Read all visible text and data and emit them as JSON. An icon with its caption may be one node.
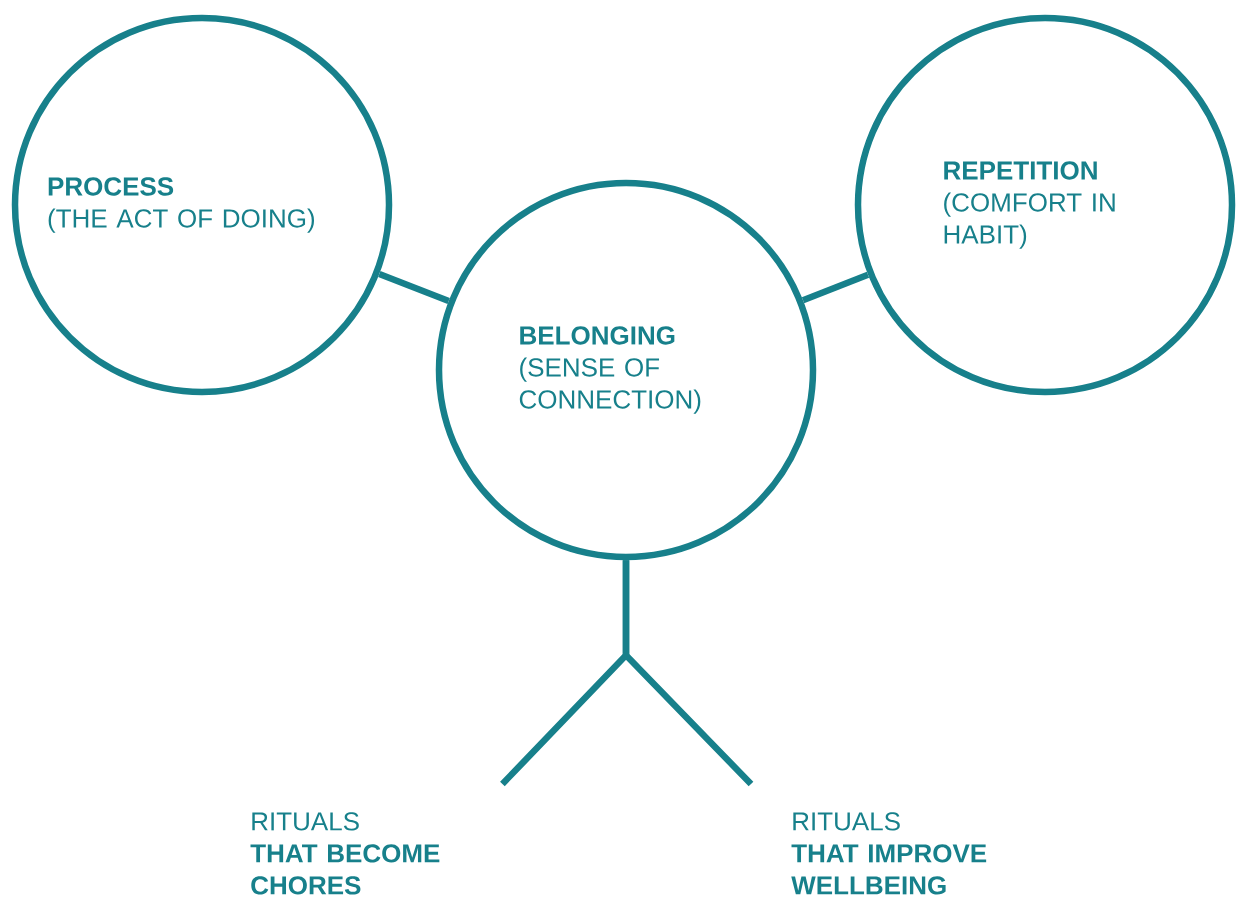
{
  "diagram": {
    "nodes": [
      {
        "text": [
          "PROCESS",
          "(THE ACT OF DOING)"
        ]
      },
      {
        "text": [
          "BELONGING",
          "(SENSE OF CONNECTION)"
        ]
      },
      {
        "text": [
          "REPETITION",
          "(COMFORT IN HABIT)"
        ]
      },
      {
        "text": [
          "RITUALS",
          "THAT BECOME CHORES"
        ]
      },
      {
        "text": [
          "RITUALS",
          "THAT IMPROVE WELLBEING"
        ]
      }
    ],
    "edges": [
      {
        "from": 0,
        "to": 1,
        "arrow": "none"
      },
      {
        "from": 1,
        "to": 2,
        "arrow": "none"
      },
      {
        "from": 1,
        "to": 3,
        "arrow": "none"
      },
      {
        "from": 1,
        "to": 4,
        "arrow": "none"
      }
    ]
  }
}
